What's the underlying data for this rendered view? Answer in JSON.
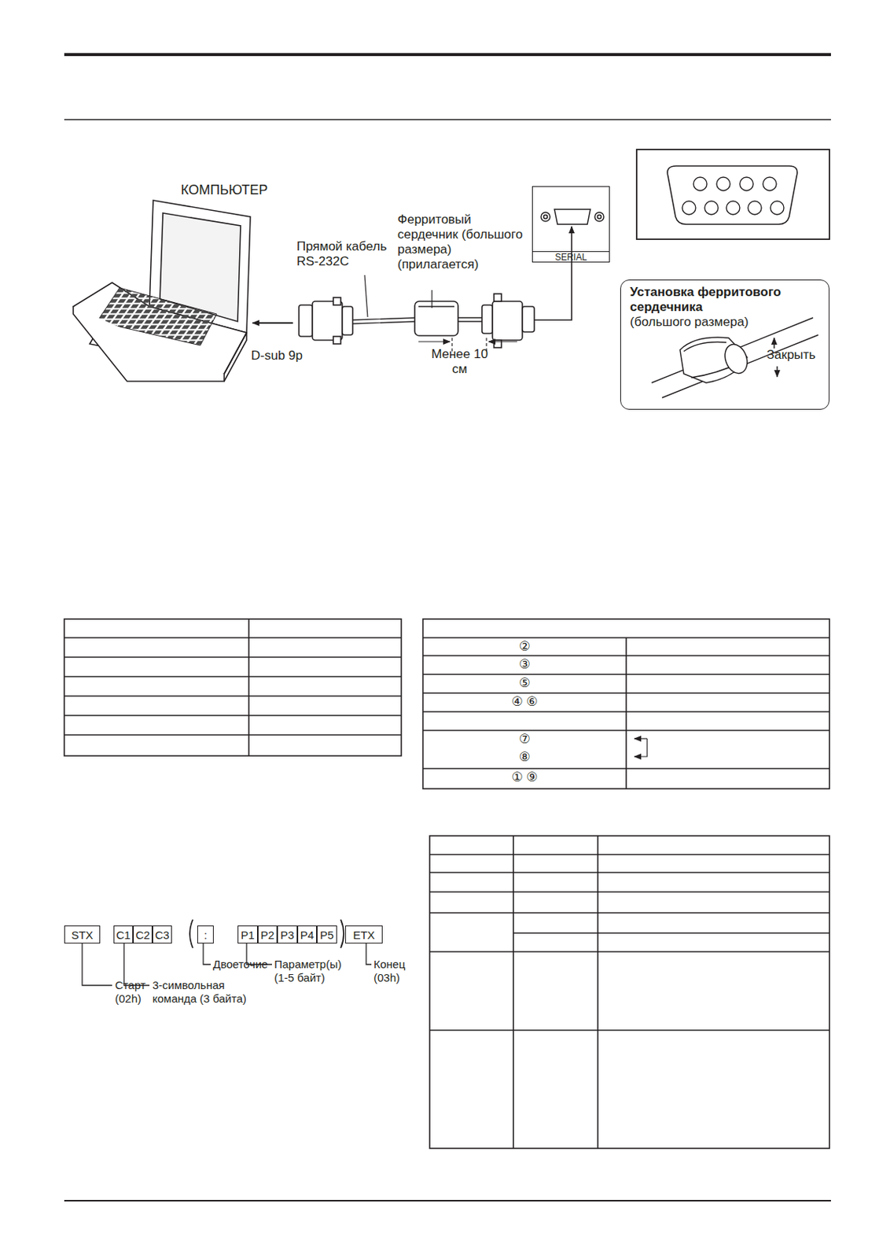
{
  "diagram": {
    "nodes": [
      {
        "text": [
          "SERIAL"
        ]
      },
      {
        "text": [
          "Установка ферритового сердечника",
          "(большого размера)",
          "Закрыть"
        ]
      },
      {
        "text": [
          "STX"
        ]
      },
      {
        "text": [
          "C1"
        ]
      },
      {
        "text": [
          "C2"
        ]
      },
      {
        "text": [
          "C3"
        ]
      },
      {
        "text": [
          ":"
        ]
      },
      {
        "text": [
          "P1"
        ]
      },
      {
        "text": [
          "P2"
        ]
      },
      {
        "text": [
          "P3"
        ]
      },
      {
        "text": [
          "P4"
        ]
      },
      {
        "text": [
          "P5"
        ]
      },
      {
        "text": [
          "ETX"
        ]
      }
    ],
    "labels": [
      "КОМПЬЮТЕР",
      "Прямой кабель RS-232C",
      "Ферритовый сердечник (большого размера) (прилагается)",
      "D-sub 9p",
      "Менее 10 см",
      "②",
      "③",
      "⑤",
      "④ ⑥",
      "⑦",
      "⑧",
      "① ⑨",
      "Двоеточие",
      "Параметр(ы) (1-5 байт)",
      "Конец (03h)",
      "Старт (02h)",
      "3-символьная команда (3 байта)"
    ]
  }
}
